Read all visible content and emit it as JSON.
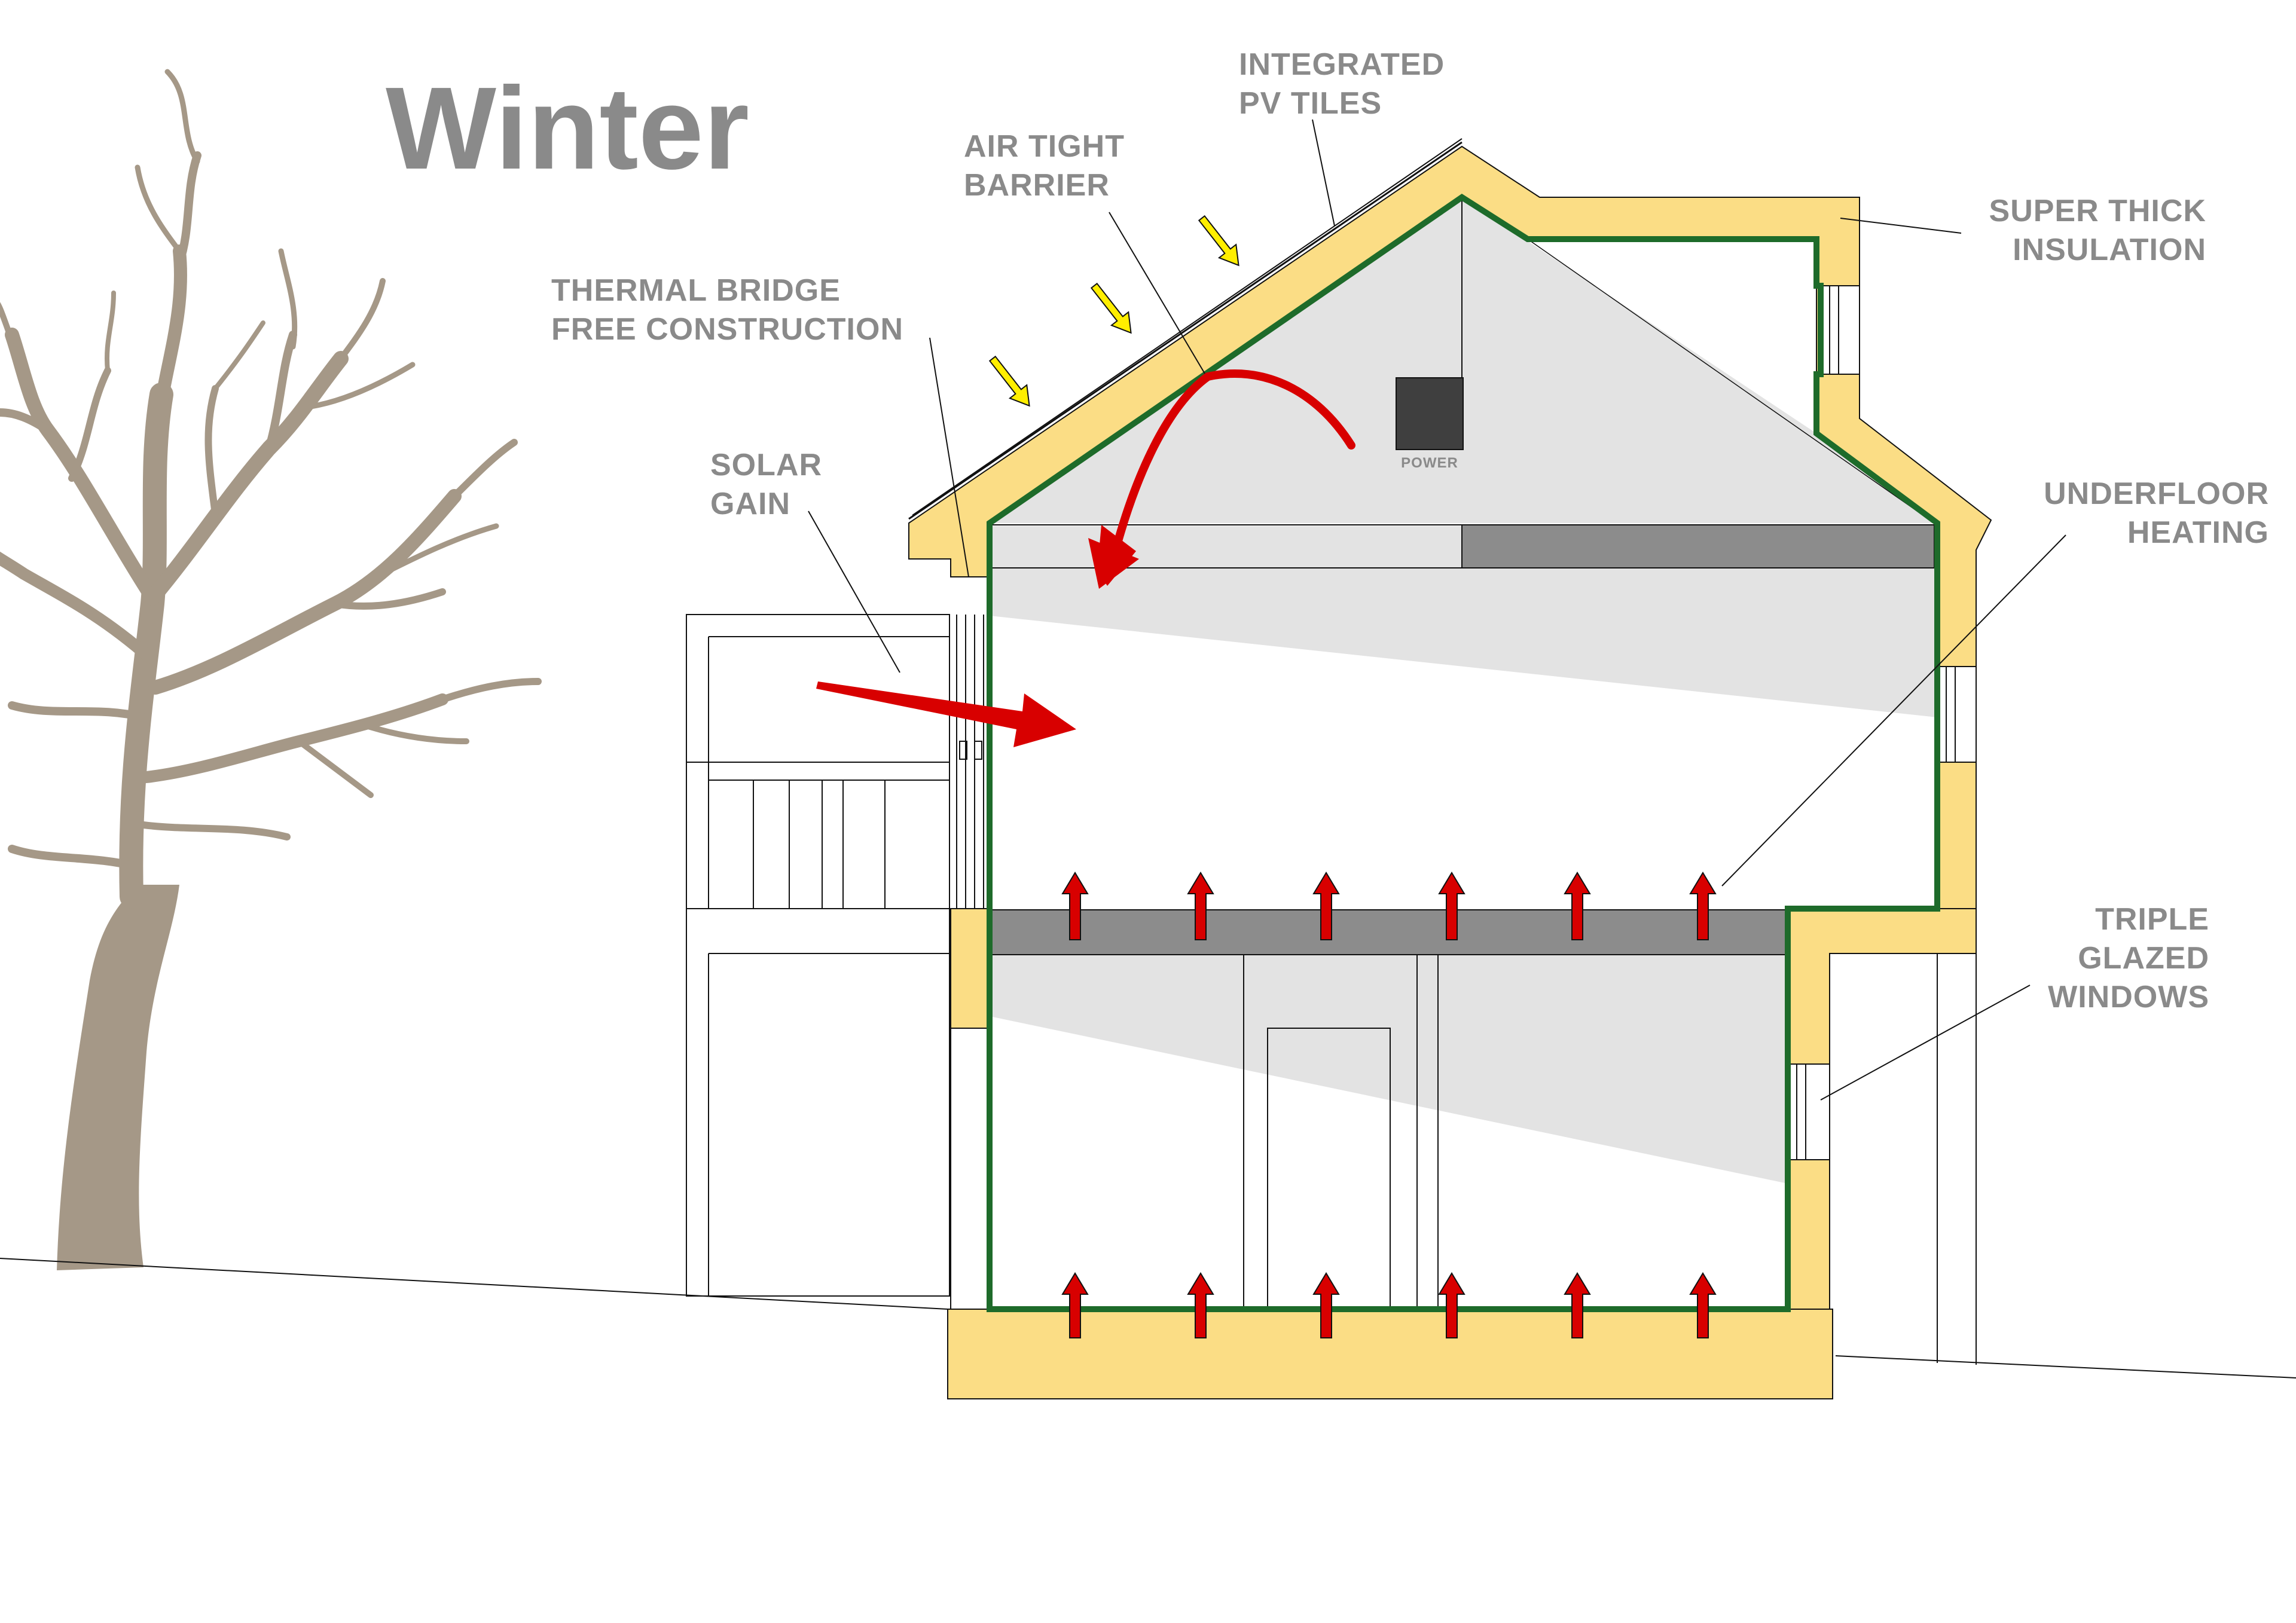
{
  "title": "Winter",
  "labels": {
    "integrated_pv": [
      "INTEGRATED",
      "PV TILES"
    ],
    "air_tight": [
      "AIR TIGHT",
      "BARRIER"
    ],
    "thermal_bridge": [
      "THERMAL BRIDGE",
      "FREE CONSTRUCTION"
    ],
    "solar_gain": [
      "SOLAR",
      "GAIN"
    ],
    "super_thick": [
      "SUPER THICK",
      "INSULATION"
    ],
    "underfloor": [
      "UNDERFLOOR",
      "HEATING"
    ],
    "triple_glazed": [
      "TRIPLE",
      "GLAZED",
      "WINDOWS"
    ],
    "power": "POWER"
  },
  "colors": {
    "insulation": "#fbdd85",
    "airtight": "#1e6b2a",
    "heat_arrow": "#d80000",
    "sun_arrow": "#ffee00",
    "slab": "#8c8c8c",
    "light_zone": "#e3e3e3",
    "tree": "#a59887",
    "text": "#8a8a8a"
  },
  "icons": [
    "tree-illustration",
    "sun-ray-arrow-icon",
    "heat-flow-arrow-icon",
    "solar-gain-arrow-icon",
    "heating-arrow-icon",
    "power-unit-icon"
  ]
}
